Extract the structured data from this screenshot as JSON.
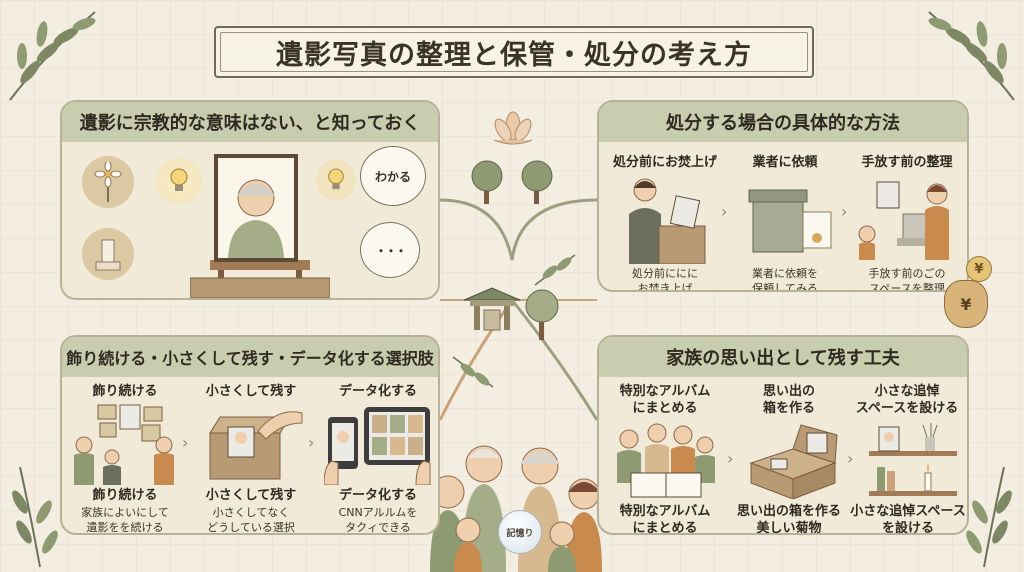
{
  "title": "遺影写真の整理と保管・処分の考え方",
  "panel1": {
    "heading": "遺影に宗教的な意味はない、と知っておく",
    "bubble_text": "わかる",
    "bubble_dots": "・・・"
  },
  "panel2": {
    "heading": "処分する場合の具体的な方法",
    "steps": [
      {
        "label": "処分前にお焚上げ",
        "caption_line1": "処分前ににに",
        "caption_line2": "お焚き上げ"
      },
      {
        "label": "業者に依頼",
        "caption_line1": "業者に依頼を",
        "caption_line2": "保頼してみる"
      },
      {
        "label": "手放す前の整理",
        "caption_line1": "手放す前のごの",
        "caption_line2": "スペースを整理"
      }
    ],
    "yen_symbol": "¥"
  },
  "panel3": {
    "heading": "飾り続ける・小さくして残す・データ化する選択肢",
    "options": [
      {
        "label": "飾り続ける",
        "caption": "飾り続ける",
        "sub_line1": "家族によいにして",
        "sub_line2": "遺影をを続ける"
      },
      {
        "label": "小さくして残す",
        "caption": "小さくして残す",
        "sub_line1": "小さくしてなく",
        "sub_line2": "どうしている選択"
      },
      {
        "label": "データ化する",
        "caption": "データ化する",
        "sub_line1": "CNNアルルムを",
        "sub_line2": "タクィできる"
      }
    ]
  },
  "panel4": {
    "heading": "家族の思い出として残す工夫",
    "items": [
      {
        "label_line1": "特別なアルバム",
        "label_line2": "にまとめる",
        "caption_line1": "特別なアルバム",
        "caption_line2": "にまとめる"
      },
      {
        "label_line1": "思い出の",
        "label_line2": "箱を作る",
        "caption_line1": "思い出の箱を作る",
        "caption_line2": "美しい菊物"
      },
      {
        "label_line1": "小さな追悼",
        "label_line2": "スペースを設ける",
        "caption_line1": "小さな追悼スペース",
        "caption_line2": "を設ける"
      }
    ]
  },
  "center": {
    "orb_label": "記憶り"
  },
  "colors": {
    "background": "#f3eee1",
    "panel_header": "#c9cdb0",
    "panel_border": "#b9b197",
    "accent_orange": "#c98a4e",
    "sage": "#8e9a72"
  }
}
